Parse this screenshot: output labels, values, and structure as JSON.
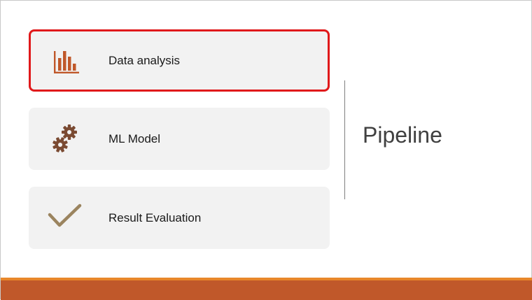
{
  "title": "Pipeline",
  "items": [
    {
      "label": "Data analysis",
      "icon": "bar-chart-icon",
      "selected": true
    },
    {
      "label": "ML Model",
      "icon": "gears-icon",
      "selected": false
    },
    {
      "label": "Result Evaluation",
      "icon": "checkmark-icon",
      "selected": false
    }
  ],
  "colors": {
    "selection_border": "#e0191b",
    "bar_chart_icon": "#c0582a",
    "gears_icon": "#7a4a32",
    "checkmark_icon": "#9b845f",
    "footer": "#c0582a",
    "footer_accent": "#e8872a"
  }
}
